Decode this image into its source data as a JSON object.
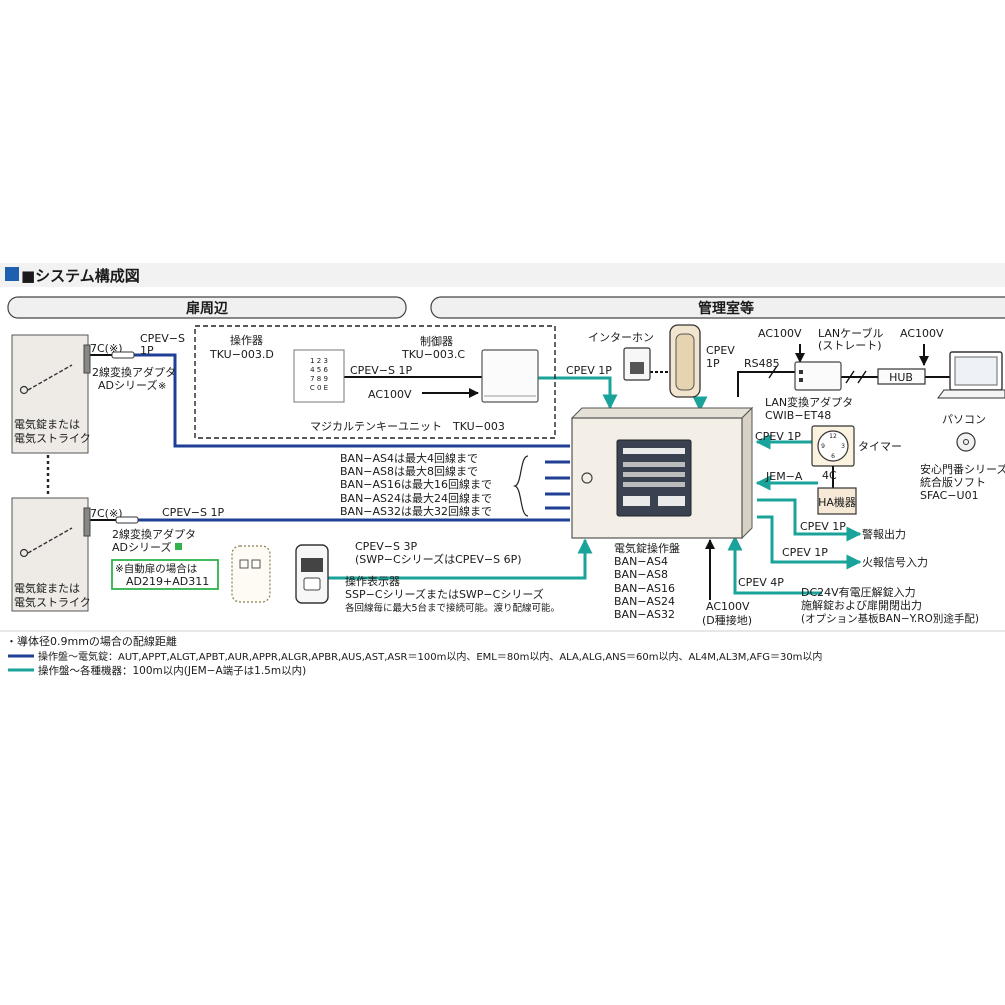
{
  "heading": "■システム構成図",
  "sections": {
    "door": "扉周辺",
    "office": "管理室等"
  },
  "door_top": {
    "device_label_1": "電気錠または",
    "device_label_2": "電気ストライク",
    "cable_7c": "7C(※)",
    "cable_cpev_1": "CPEV−S",
    "cable_cpev_2": "1P",
    "adapter_1": "2線変換アダプタ",
    "adapter_2": "ADシリーズ",
    "adapter_mark": "※"
  },
  "door_bottom": {
    "device_label_1": "電気錠または",
    "device_label_2": "電気ストライク",
    "cable_7c": "7C(※)",
    "cable_cpev": "CPEV−S 1P",
    "adapter_1": "2線変換アダプタ",
    "adapter_2": "ADシリーズ",
    "auto_door_note_1": "※自動扉の場合は",
    "auto_door_note_2": "AD219+AD311"
  },
  "tenkey": {
    "operator_label": "操作器",
    "operator_model": "TKU−003.D",
    "keypad_digits": [
      "1 2 3",
      "4 5 6",
      "7 8 9",
      "C 0 E"
    ],
    "controller_label": "制御器",
    "controller_model": "TKU−003.C",
    "cable": "CPEV−S 1P",
    "power": "AC100V",
    "unit_name": "マジカルテンキーユニット　TKU−003"
  },
  "panel_capacity": [
    "BAN−AS4は最大4回線まで",
    "BAN−AS8は最大8回線まで",
    "BAN−AS16は最大16回線まで",
    "BAN−AS24は最大24回線まで",
    "BAN−AS32は最大32回線まで"
  ],
  "operation_display": {
    "cable_1": "CPEV−S 3P",
    "cable_2": "(SWP−CシリーズはCPEV−S 6P)",
    "label": "操作表示器",
    "series": "SSP−CシリーズまたはSWP−Cシリーズ",
    "note": "各回線毎に最大5台まで接続可能。渡り配線可能。"
  },
  "intercom": {
    "label": "インターホン",
    "cable": "CPEV 1P",
    "cable_b_1": "CPEV",
    "cable_b_2": "1P"
  },
  "main_panel": {
    "label": "電気錠操作盤",
    "models": [
      "BAN−AS4",
      "BAN−AS8",
      "BAN−AS16",
      "BAN−AS24",
      "BAN−AS32"
    ],
    "power_1": "AC100V",
    "power_2": "(D種接地)"
  },
  "network": {
    "rs485": "RS485",
    "ac100v_a": "AC100V",
    "lan_cable_1": "LANケーブル",
    "lan_cable_2": "(ストレート)",
    "ac100v_b": "AC100V",
    "hub": "HUB",
    "lan_adapter_1": "LAN変換アダプタ",
    "lan_adapter_2": "CWIB−ET48",
    "pc": "パソコン",
    "software_1": "安心門番シリーズ",
    "software_2": "統合版ソフト",
    "software_3": "SFAC−U01"
  },
  "timer": {
    "cable": "CPEV 1P",
    "label": "タイマー",
    "cable_b": "4C",
    "dial": [
      "12",
      "3",
      "6",
      "9"
    ]
  },
  "ha": {
    "cable": "JEM−A",
    "label": "HA機器"
  },
  "outputs": {
    "cpev_a": "CPEV 1P",
    "alarm_out": "警報出力",
    "cpev_b": "CPEV 1P",
    "fire_in": "火報信号入力",
    "cpev_4p": "CPEV 4P",
    "dc24_1": "DC24V有電圧解錠入力",
    "dc24_2": "施解錠および扉開閉出力",
    "dc24_3": "(オプション基板BAN−Y.RO別途手配)"
  },
  "notes": {
    "title": "・導体径0.9mmの場合の配線距離",
    "line1": "操作盤〜電気錠：AUT,APPT,ALGT,APBT,AUR,APPR,ALGR,APBR,AUS,AST,ASR＝100m以内、EML＝80m以内、ALA,ALG,ANS＝60m以内、AL4M,AL3M,AFG＝30m以内",
    "line2": "操作盤〜各種機器：100m以内(JEM−A端子は1.5m以内)"
  },
  "colors": {
    "navy_wire": "#1f3f96",
    "teal_wire": "#1aa39a",
    "heading_square": "#1f5fb0",
    "band": "#f2f2f2",
    "panel": "#f3efe6",
    "note_green": "#2fb34a"
  }
}
